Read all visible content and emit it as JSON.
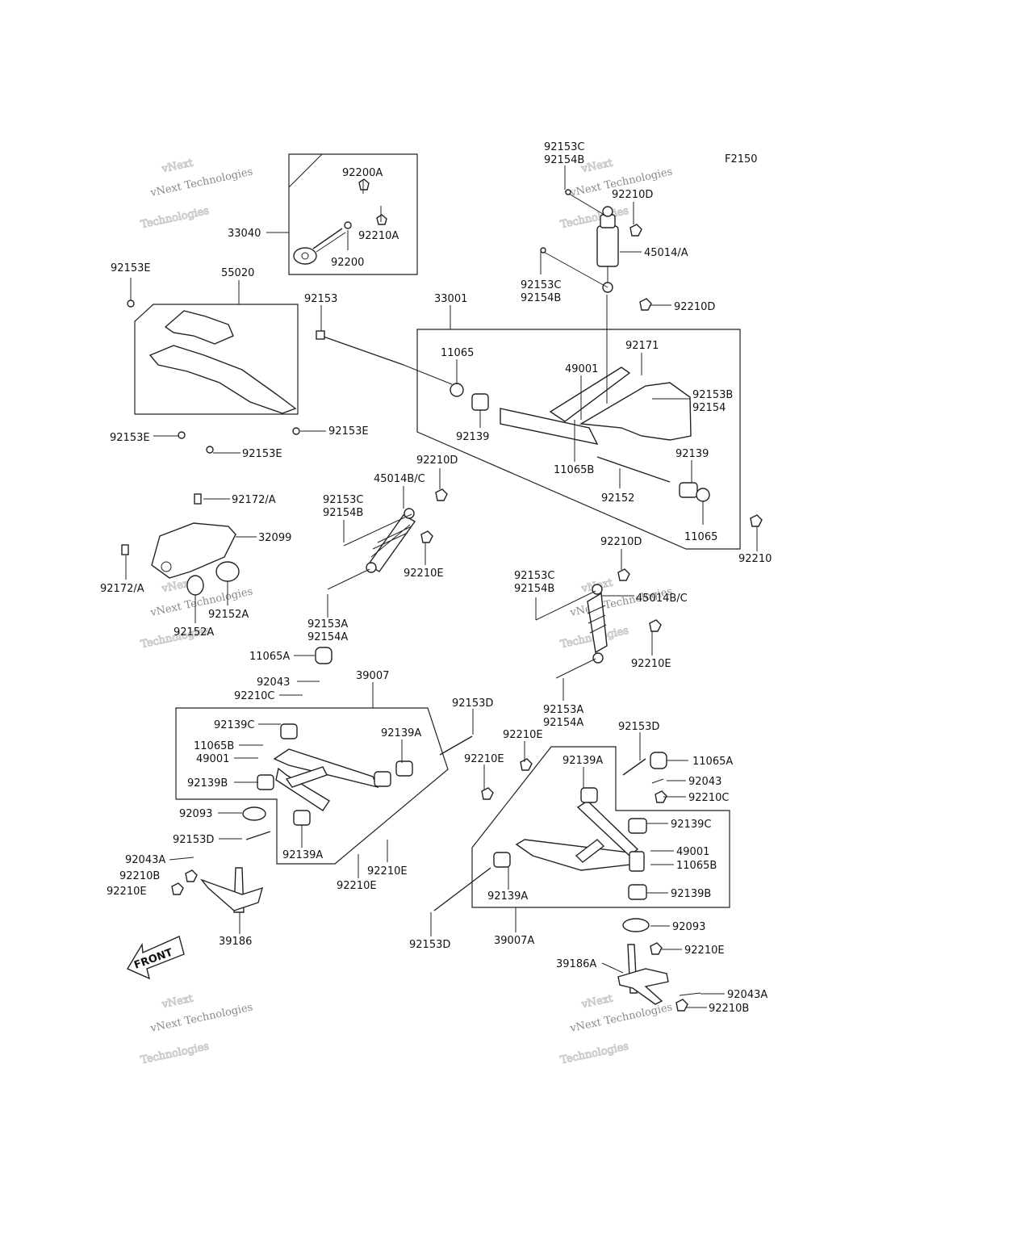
{
  "figure_code": "F2150",
  "front_label": "FRONT",
  "watermark": {
    "brand": "vNext",
    "line": "vNext Technologies",
    "word": "Technologies"
  },
  "labels": {
    "l1": "92153C",
    "l2": "92154B",
    "l3": "92210D",
    "l4": "45014/A",
    "l5": "92153C",
    "l6": "92154B",
    "l7": "92210D",
    "l8": "92200A",
    "l9": "33040",
    "l10": "92210A",
    "l11": "92200",
    "l12": "92153E",
    "l13": "55020",
    "l14": "92153",
    "l15": "33001",
    "l16": "11065",
    "l17": "92171",
    "l18": "49001",
    "l19": "92153B",
    "l20": "92154",
    "l21": "92139",
    "l22": "11065B",
    "l23": "92139",
    "l24": "92152",
    "l25": "11065",
    "l26": "92210",
    "l27": "92153E",
    "l28": "92153E",
    "l29": "92153E",
    "l30": "92172/A",
    "l31": "32099",
    "l32": "92172/A",
    "l33": "92152A",
    "l34": "92152A",
    "l35": "92210D",
    "l36": "45014B/C",
    "l37": "92153C",
    "l38": "92154B",
    "l39": "92210E",
    "l40": "92153A",
    "l41": "92154A",
    "l42": "92210D",
    "l43": "92153C",
    "l44": "92154B",
    "l45": "45014B/C",
    "l46": "92210E",
    "l47": "92153A",
    "l48": "92154A",
    "l49": "11065A",
    "l50": "92043",
    "l51": "92210C",
    "l52": "39007",
    "l53": "92139C",
    "l54": "11065B",
    "l55": "49001",
    "l56": "92139B",
    "l57": "92093",
    "l58": "92153D",
    "l59": "92043A",
    "l60": "92210B",
    "l61": "92210E",
    "l62": "39186",
    "l63": "92139A",
    "l64": "92153D",
    "l65": "92139A",
    "l66": "92210E",
    "l67": "92210E",
    "l68": "92210E",
    "l69": "92210E",
    "l70": "92139A",
    "l71": "92153D",
    "l72": "11065A",
    "l73": "92043",
    "l74": "92210C",
    "l75": "92139C",
    "l76": "49001",
    "l77": "11065B",
    "l78": "92139B",
    "l79": "92139A",
    "l80": "92153D",
    "l81": "39007A",
    "l82": "92093",
    "l83": "92210E",
    "l84": "39186A",
    "l85": "92043A",
    "l86": "92210B"
  }
}
